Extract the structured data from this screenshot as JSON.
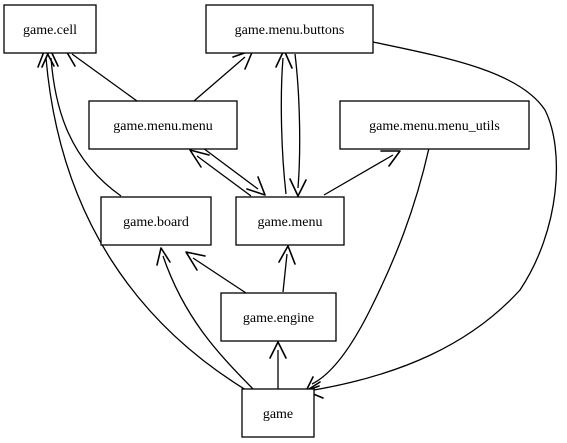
{
  "graph": {
    "nodes": {
      "cell": "game.cell",
      "buttons": "game.menu.buttons",
      "menu_menu": "game.menu.menu",
      "menu_utils": "game.menu.menu_utils",
      "board": "game.board",
      "menu": "game.menu",
      "engine": "game.engine",
      "game": "game"
    },
    "edges": [
      {
        "from": "menu_menu",
        "to": "cell"
      },
      {
        "from": "menu_menu",
        "to": "buttons"
      },
      {
        "from": "menu_menu",
        "to": "menu"
      },
      {
        "from": "menu",
        "to": "menu_menu"
      },
      {
        "from": "menu",
        "to": "buttons"
      },
      {
        "from": "buttons",
        "to": "menu"
      },
      {
        "from": "menu",
        "to": "menu_utils"
      },
      {
        "from": "board",
        "to": "cell"
      },
      {
        "from": "engine",
        "to": "board"
      },
      {
        "from": "engine",
        "to": "menu"
      },
      {
        "from": "game",
        "to": "engine"
      },
      {
        "from": "game",
        "to": "board"
      },
      {
        "from": "game",
        "to": "cell"
      },
      {
        "from": "buttons",
        "to": "game"
      },
      {
        "from": "menu_utils",
        "to": "game"
      }
    ]
  }
}
